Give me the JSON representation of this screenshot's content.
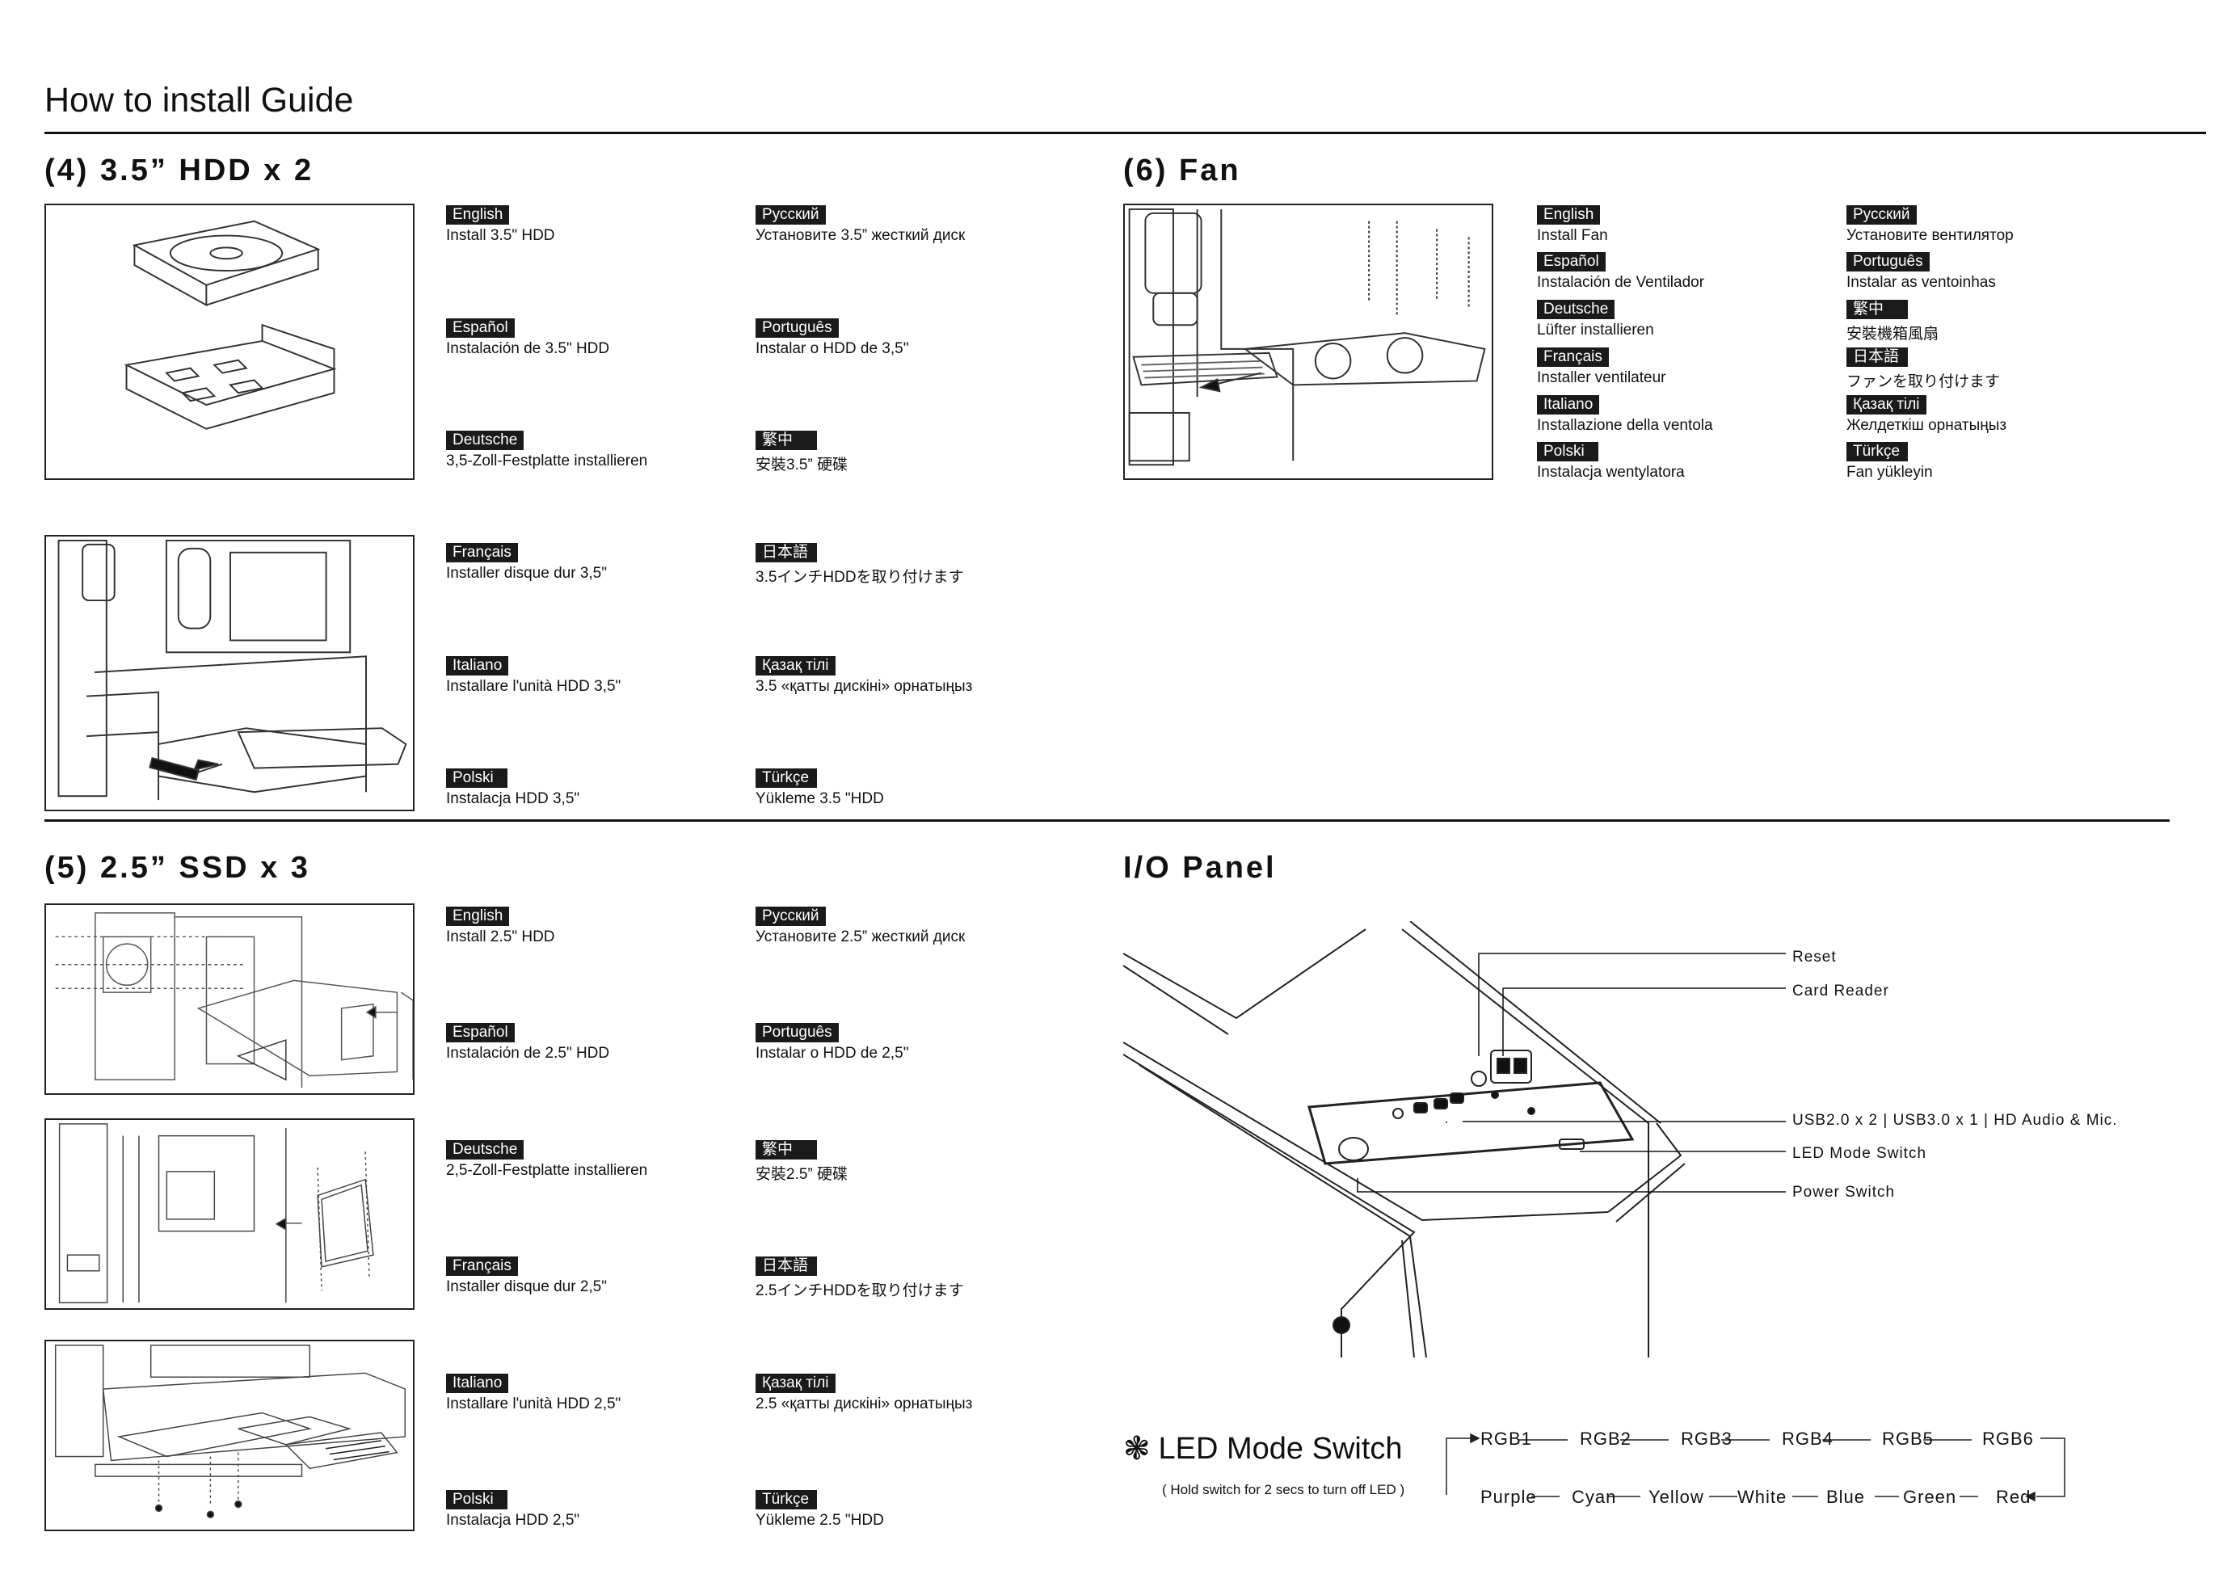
{
  "title": "How to install Guide",
  "sections": {
    "hdd": "(4) 3.5” HDD x 2",
    "fan": "(6) Fan",
    "ssd": "(5) 2.5” SSD x 3",
    "io": "I/O Panel"
  },
  "hdd_items": [
    {
      "lang": "English",
      "text": "Install 3.5\" HDD"
    },
    {
      "lang": "Русский",
      "text": "Установите 3.5” жесткий диск"
    },
    {
      "lang": "Español",
      "text": "Instalación de 3.5\" HDD"
    },
    {
      "lang": "Português",
      "text": "Instalar o HDD de 3,5\""
    },
    {
      "lang": "Deutsche",
      "text": "3,5-Zoll-Festplatte installieren"
    },
    {
      "lang": "繁中",
      "text": "安裝3.5” 硬碟"
    },
    {
      "lang": "Français",
      "text": "Installer disque dur 3,5\""
    },
    {
      "lang": "日本語",
      "text": "3.5インチHDDを取り付けます"
    },
    {
      "lang": "Italiano",
      "text": "Installare l'unità HDD 3,5\""
    },
    {
      "lang": "Қазақ тілі",
      "text": "3.5 «қатты дискіні» орнатыңыз"
    },
    {
      "lang": "Polski",
      "text": "Instalacja HDD 3,5\""
    },
    {
      "lang": "Türkçe",
      "text": "Yükleme 3.5 \"HDD"
    }
  ],
  "ssd_items": [
    {
      "lang": "English",
      "text": "Install 2.5\" HDD"
    },
    {
      "lang": "Русский",
      "text": "Установите 2.5” жесткий диск"
    },
    {
      "lang": "Español",
      "text": "Instalación de 2.5\" HDD"
    },
    {
      "lang": "Português",
      "text": "Instalar o HDD de 2,5\""
    },
    {
      "lang": "Deutsche",
      "text": "2,5-Zoll-Festplatte installieren"
    },
    {
      "lang": "繁中",
      "text": "安裝2.5” 硬碟"
    },
    {
      "lang": "Français",
      "text": "Installer disque dur 2,5\""
    },
    {
      "lang": "日本語",
      "text": "2.5インチHDDを取り付けます"
    },
    {
      "lang": "Italiano",
      "text": "Installare l'unità HDD 2,5\""
    },
    {
      "lang": "Қазақ тілі",
      "text": "2.5 «қатты дискіні» орнатыңыз"
    },
    {
      "lang": "Polski",
      "text": "Instalacja HDD 2,5\""
    },
    {
      "lang": "Türkçe",
      "text": "Yükleme 2.5 \"HDD"
    }
  ],
  "fan_items": [
    {
      "lang": "English",
      "text": "Install Fan"
    },
    {
      "lang": "Русский",
      "text": "Установите вентилятор"
    },
    {
      "lang": "Español",
      "text": "Instalación de Ventilador"
    },
    {
      "lang": "Português",
      "text": "Instalar as ventoinhas"
    },
    {
      "lang": "Deutsche",
      "text": "Lüfter installieren"
    },
    {
      "lang": "繁中",
      "text": "安裝機箱風扇"
    },
    {
      "lang": "Français",
      "text": "Installer ventilateur"
    },
    {
      "lang": "日本語",
      "text": "ファンを取り付けます"
    },
    {
      "lang": "Italiano",
      "text": "Installazione della ventola"
    },
    {
      "lang": "Қазақ тілі",
      "text": "Желдеткіш орнатыңыз"
    },
    {
      "lang": "Polski",
      "text": "Instalacja wentylatora"
    },
    {
      "lang": "Türkçe",
      "text": "Fan yükleyin"
    }
  ],
  "io_labels": {
    "reset": "Reset",
    "card_reader": "Card Reader",
    "usb": "USB2.0 x 2 | USB3.0 x 1 | HD  Audio & Mic.",
    "led_mode_switch": "LED Mode Switch",
    "power_switch": "Power Switch"
  },
  "led": {
    "icon": "sun-icon",
    "title": "LED Mode Switch",
    "note": "( Hold switch for 2 secs to turn off LED )",
    "rgb_modes": [
      "RGB1",
      "RGB2",
      "RGB3",
      "RGB4",
      "RGB5",
      "RGB6"
    ],
    "color_modes": [
      "Purple",
      "Cyan",
      "Yellow",
      "White",
      "Blue",
      "Green",
      "Red"
    ]
  }
}
